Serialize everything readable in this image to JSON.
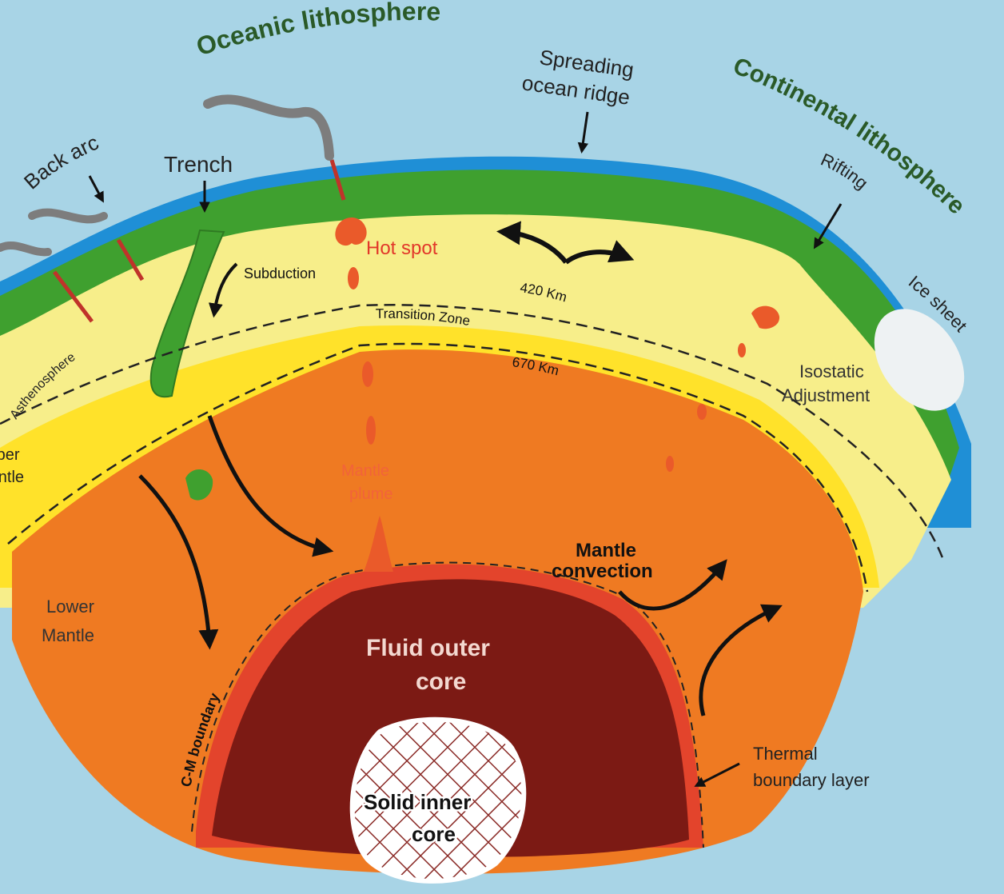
{
  "colors": {
    "sky": "#a8d4e6",
    "ocean": "#1f8fd6",
    "lithosphere": "#3fa02f",
    "asthenosphere": "#f7ee8a",
    "transition_zone": "#ffe22a",
    "lower_mantle": "#ef7a22",
    "outer_core": "#7c1a14",
    "core_mantle_band": "#e3442c",
    "inner_core": "#ffffff",
    "inner_core_mesh": "#8a2a26",
    "magma": "#ea5a2a",
    "arrow": "#111111",
    "volcano_smoke": "#7d7d7d",
    "ice": "#eef2f3"
  },
  "labels": {
    "oceanic_lithosphere": "Oceanic lithosphere",
    "spreading_ridge_1": "Spreading",
    "spreading_ridge_2": "ocean ridge",
    "continental_lithosphere": "Continental lithosphere",
    "back_arc": "Back arc",
    "trench": "Trench",
    "rifting": "Rifting",
    "ice_sheet": "Ice sheet",
    "hot_spot": "Hot spot",
    "subduction": "Subduction",
    "depth_420": "420 Km",
    "transition_zone": "Transition Zone",
    "depth_670": "670 Km",
    "asthenosphere": "Asthenosphere",
    "upper_mantle_1": "Upper",
    "upper_mantle_2": "Mantle",
    "isostatic_1": "Isostatic",
    "isostatic_2": "Adjustment",
    "mantle_plume_1": "Mantle",
    "mantle_plume_2": "plume",
    "mantle_convection_1": "Mantle",
    "mantle_convection_2": "convection",
    "lower_mantle_1": "Lower",
    "lower_mantle_2": "Mantle",
    "cm_boundary": "C-M boundary",
    "outer_core_1": "Fluid outer",
    "outer_core_2": "core",
    "inner_core_1": "Solid inner",
    "inner_core_2": "core",
    "thermal_1": "Thermal",
    "thermal_2": "boundary layer"
  }
}
